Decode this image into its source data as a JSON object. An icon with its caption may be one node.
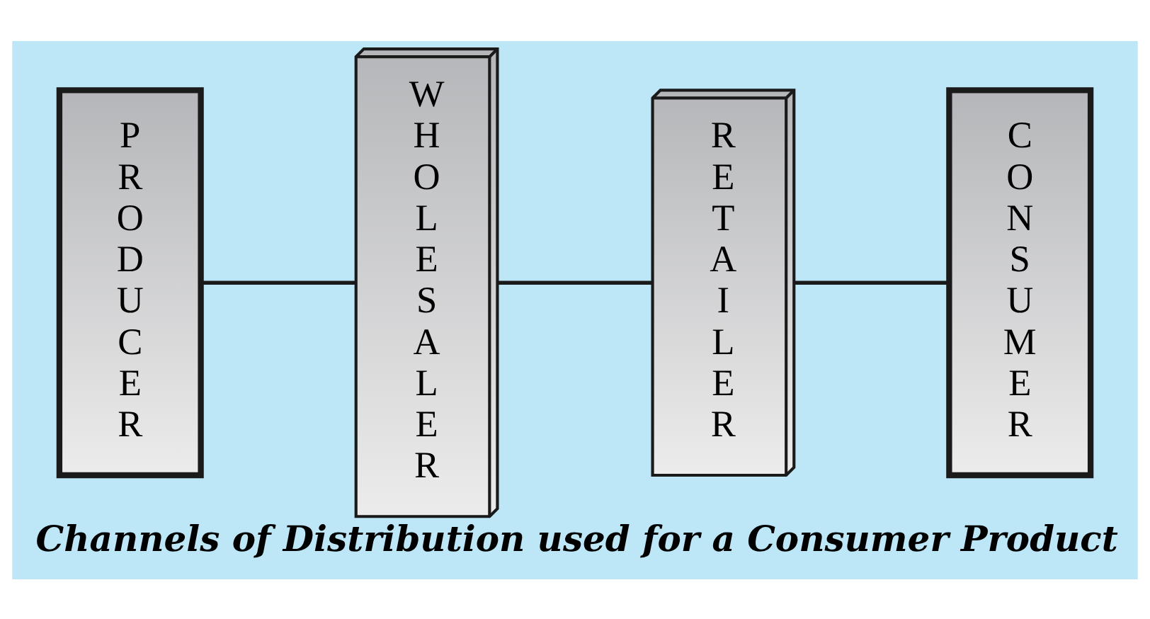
{
  "diagram": {
    "caption": "Channels of Distribution used for a Consumer Product",
    "nodes": [
      {
        "text": [
          "PRODUCER"
        ]
      },
      {
        "text": [
          "WHOLESALER"
        ]
      },
      {
        "text": [
          "RETAILER"
        ]
      },
      {
        "text": [
          "CONSUMER"
        ]
      }
    ],
    "edges": [
      {
        "from": 0,
        "to": 1,
        "arrow": "none"
      },
      {
        "from": 1,
        "to": 2,
        "arrow": "none"
      },
      {
        "from": 2,
        "to": 3,
        "arrow": "none"
      }
    ]
  }
}
